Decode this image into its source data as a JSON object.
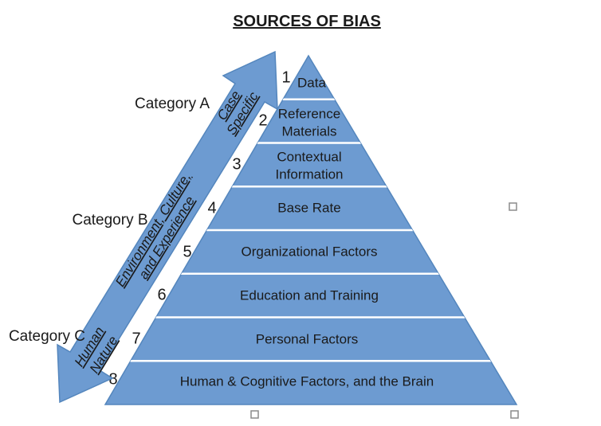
{
  "title": "SOURCES OF BIAS",
  "colors": {
    "shape_fill": "#6D9BD1",
    "shape_stroke": "#5486BD",
    "divider": "#FFFFFF",
    "text": "#1A1A1A",
    "handle_border": "#8C8C8C"
  },
  "pyramid": {
    "levels": [
      {
        "number": "1",
        "lines": [
          "Data"
        ]
      },
      {
        "number": "2",
        "lines": [
          "Reference",
          "Materials"
        ]
      },
      {
        "number": "3",
        "lines": [
          "Contextual",
          "Information"
        ]
      },
      {
        "number": "4",
        "lines": [
          "Base Rate"
        ]
      },
      {
        "number": "5",
        "lines": [
          "Organizational Factors"
        ]
      },
      {
        "number": "6",
        "lines": [
          "Education and Training"
        ]
      },
      {
        "number": "7",
        "lines": [
          "Personal Factors"
        ]
      },
      {
        "number": "8",
        "lines": [
          "Human & Cognitive Factors, and the Brain"
        ]
      }
    ]
  },
  "arrow": {
    "segments": [
      {
        "lines": [
          "Case",
          "Specific"
        ]
      },
      {
        "lines": [
          "Environment, Culture,",
          "and Experience"
        ]
      },
      {
        "lines": [
          "Human",
          "Nature"
        ]
      }
    ]
  },
  "categories": [
    {
      "label": "Category A"
    },
    {
      "label": "Category B"
    },
    {
      "label": "Category C"
    }
  ]
}
